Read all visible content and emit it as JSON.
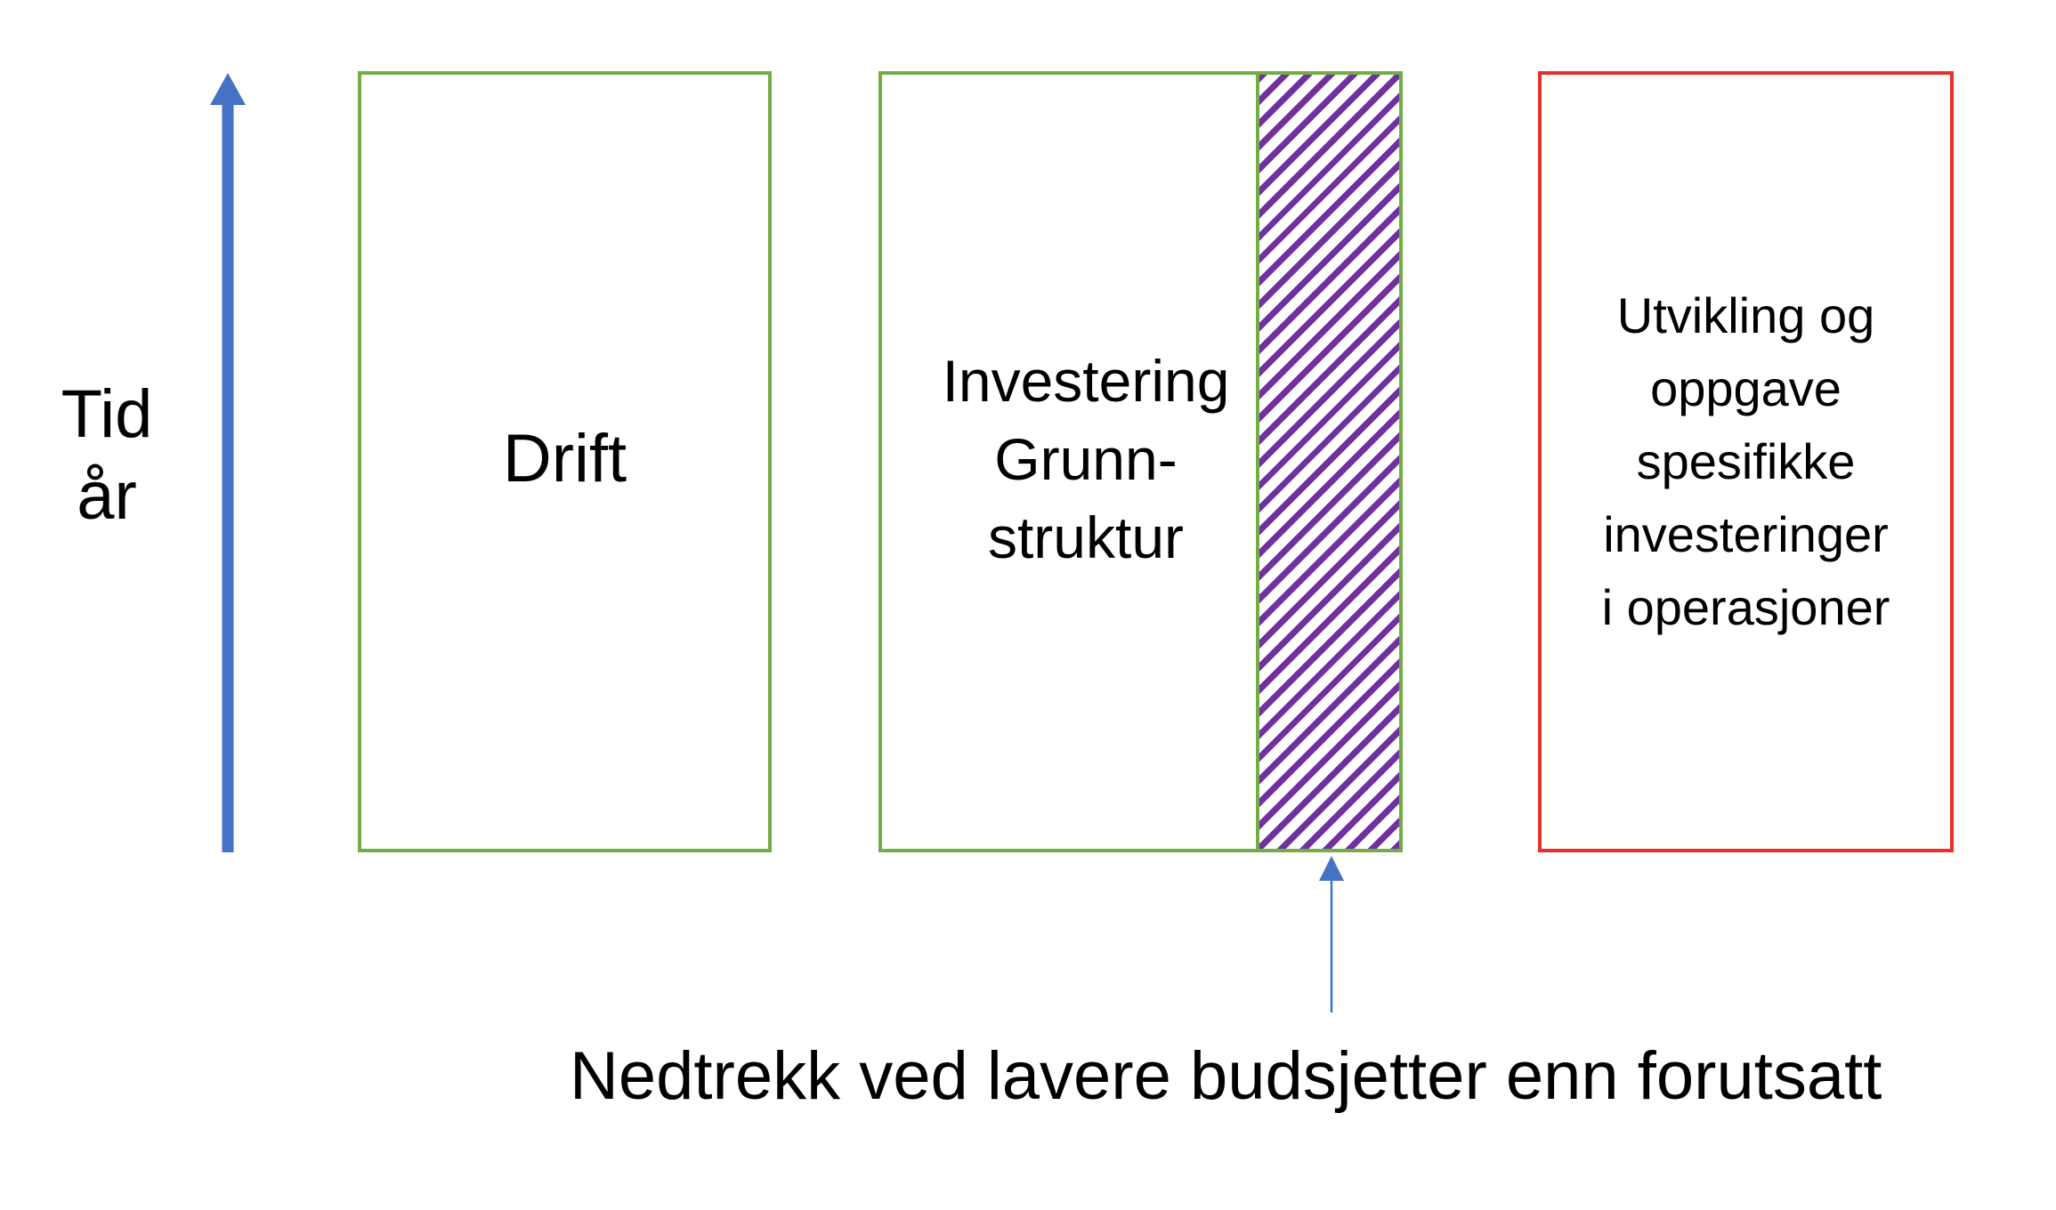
{
  "axis": {
    "label_line1": "Tid",
    "label_line2": "år",
    "color": "#4472c4"
  },
  "boxes": {
    "drift": {
      "label": "Drift",
      "border_color": "#72ad47"
    },
    "investering": {
      "line1": "Investering",
      "line2": "Grunn-",
      "line3": "struktur",
      "border_color": "#72ad47",
      "hatch_color": "#7030a0"
    },
    "utvikling": {
      "line1": "Utvikling og",
      "line2": "oppgave",
      "line3": "spesifikke",
      "line4": "investeringer",
      "line5": "i operasjoner",
      "border_color": "#e8302a"
    }
  },
  "pointer": {
    "caption": "Nedtrekk ved lavere budsjetter enn forutsatt",
    "color": "#4472c4"
  }
}
